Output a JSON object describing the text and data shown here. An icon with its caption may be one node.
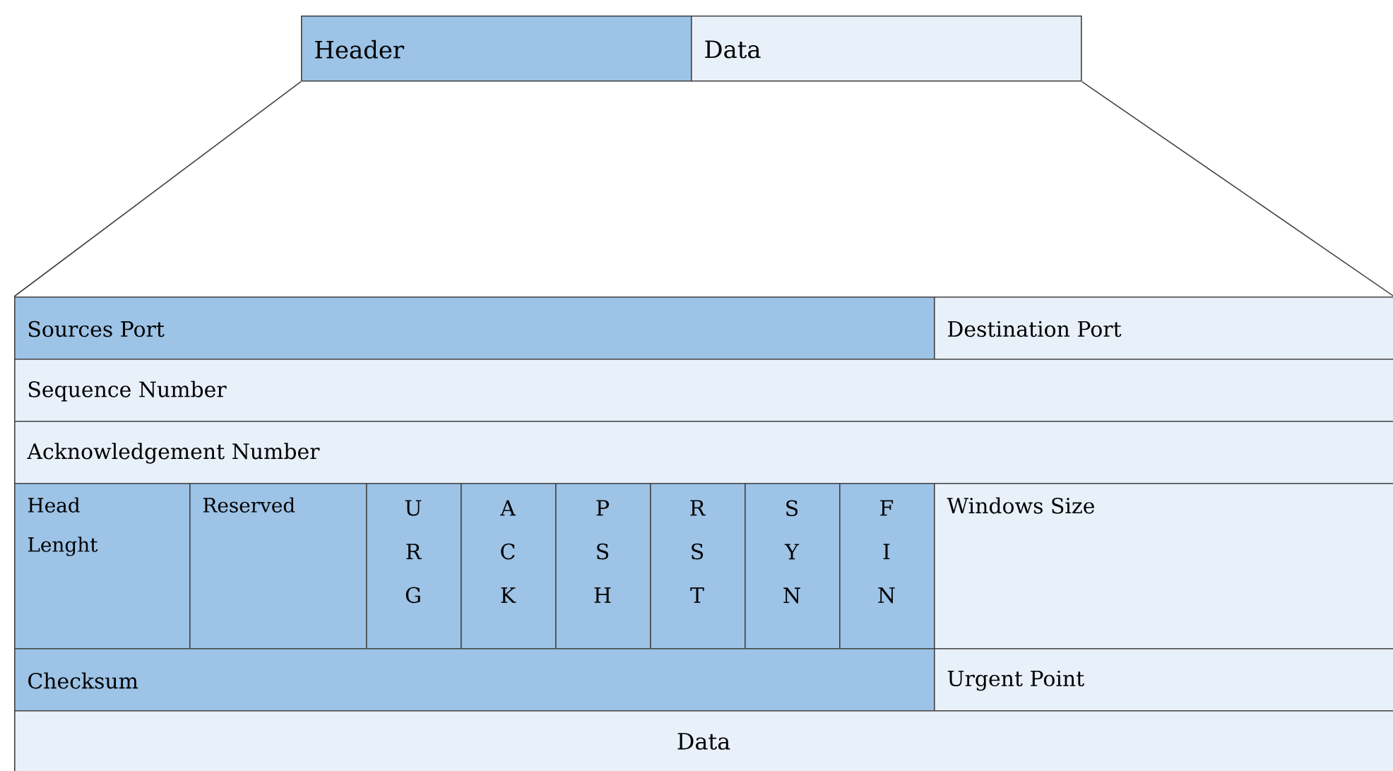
{
  "diagram": {
    "nodes": [
      {
        "text": [
          "Header"
        ]
      },
      {
        "text": [
          "Data"
        ]
      },
      {
        "text": [
          "Sources Port"
        ]
      },
      {
        "text": [
          "Destination Port"
        ]
      },
      {
        "text": [
          "Sequence Number"
        ]
      },
      {
        "text": [
          "Acknowledgement Number"
        ]
      },
      {
        "text": [
          "Head Lenght"
        ]
      },
      {
        "text": [
          "Reserved"
        ]
      },
      {
        "text": [
          "U R G"
        ]
      },
      {
        "text": [
          "A C K"
        ]
      },
      {
        "text": [
          "P S H"
        ]
      },
      {
        "text": [
          "R S T"
        ]
      },
      {
        "text": [
          "S Y N"
        ]
      },
      {
        "text": [
          "F I N"
        ]
      },
      {
        "text": [
          "Windows Size"
        ]
      },
      {
        "text": [
          "Checksum"
        ]
      },
      {
        "text": [
          "Urgent Point"
        ]
      },
      {
        "text": [
          "Data"
        ]
      }
    ],
    "edges": [
      {
        "from": 0,
        "to": 2,
        "arrow": "none"
      },
      {
        "from": 1,
        "to": 3,
        "arrow": "none"
      }
    ]
  }
}
